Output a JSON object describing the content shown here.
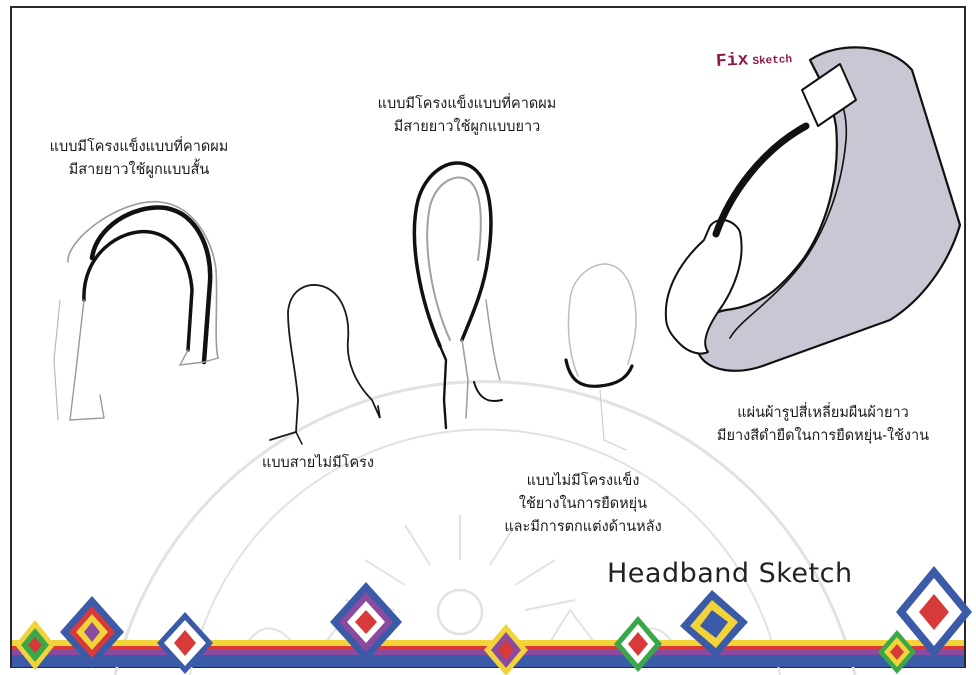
{
  "diagram": {
    "title": "Headband Sketch",
    "fix_label": {
      "main": "Fix",
      "sub": "Sketch"
    },
    "labels": {
      "rigid_short": [
        "แบบมีโครงแข็งแบบที่คาดผม",
        "มีสายยาวใช้ผูกแบบสั้น"
      ],
      "rigid_long": [
        "แบบมีโครงแข็งแบบที่คาดผม",
        "มีสายยาวใช้ผูกแบบยาว"
      ],
      "no_frame": [
        "แบบสายไม่มีโครง"
      ],
      "elastic": [
        "แบบไม่มีโครงแข็ง",
        "ใช้ยางในการยืดหยุ่น",
        "และมีการตกแต่งด้านหลัง"
      ],
      "fix_band": [
        "แผ่นผ้ารูปสี่เหลี่ยมผืนผ้ายาว",
        "มียางสีดำยืดในการยืดหยุ่น-ใช้งาน"
      ]
    }
  },
  "colors": {
    "ink": "#1a1a1a",
    "fix_title": "#8b1a4a",
    "band_fill": "#c9c7d3",
    "border_blue": "#3b5ba8",
    "border_purple": "#8a4aa0",
    "border_red": "#d83a3a",
    "border_yellow": "#f2d43a",
    "diamond_green": "#3aa84a",
    "watermark": "#e4e4e4"
  }
}
